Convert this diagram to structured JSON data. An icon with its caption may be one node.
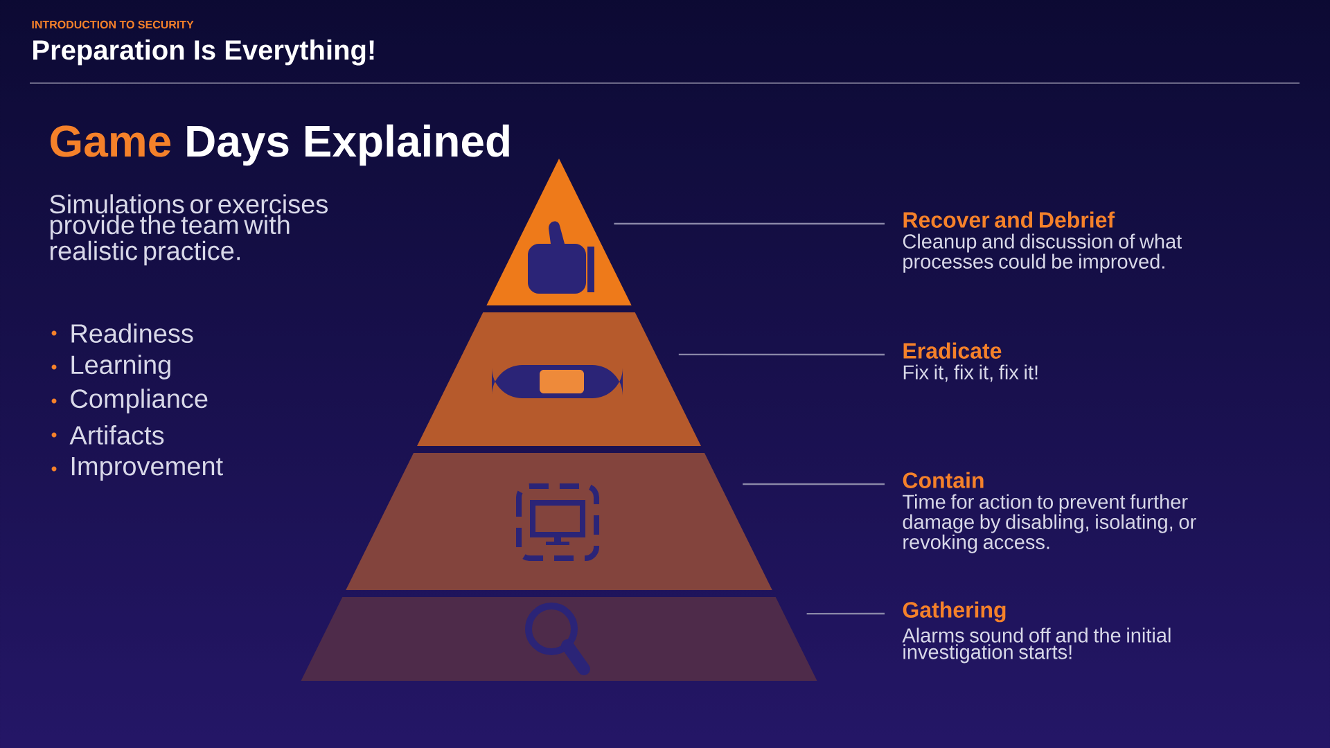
{
  "diagram": {
    "title": "Preparation Is Everything!",
    "nodes": [
      {
        "text": [],
        "shape": "triangle"
      },
      {
        "text": [],
        "shape": "trapezoid"
      },
      {
        "text": [],
        "shape": "trapezoid"
      },
      {
        "text": [],
        "shape": "trapezoid"
      },
      {
        "text": [
          "Recover and Debrief",
          "Cleanup and discussion of what processes could be improved."
        ]
      },
      {
        "text": [
          "Eradicate",
          "Fix it, fix it, fix it!"
        ]
      },
      {
        "text": [
          "Contain",
          "Time for action to prevent further damage by disabling, isolating, or revoking access."
        ]
      },
      {
        "text": [
          "Gathering",
          "Alarms sound off and the initial investigation starts!"
        ]
      }
    ],
    "edges": [
      {
        "from": 4,
        "to": 0,
        "arrow": "none"
      },
      {
        "from": 5,
        "to": 1,
        "arrow": "none"
      },
      {
        "from": 6,
        "to": 2,
        "arrow": "none"
      },
      {
        "from": 7,
        "to": 3,
        "arrow": "none"
      }
    ],
    "labels": [
      "INTRODUCTION TO SECURITY",
      "Game",
      "Days Explained",
      "Simulations or exercises provide the team with realistic practice.",
      "Readiness",
      "Learning",
      "Compliance",
      "Artifacts",
      "Improvement"
    ]
  }
}
